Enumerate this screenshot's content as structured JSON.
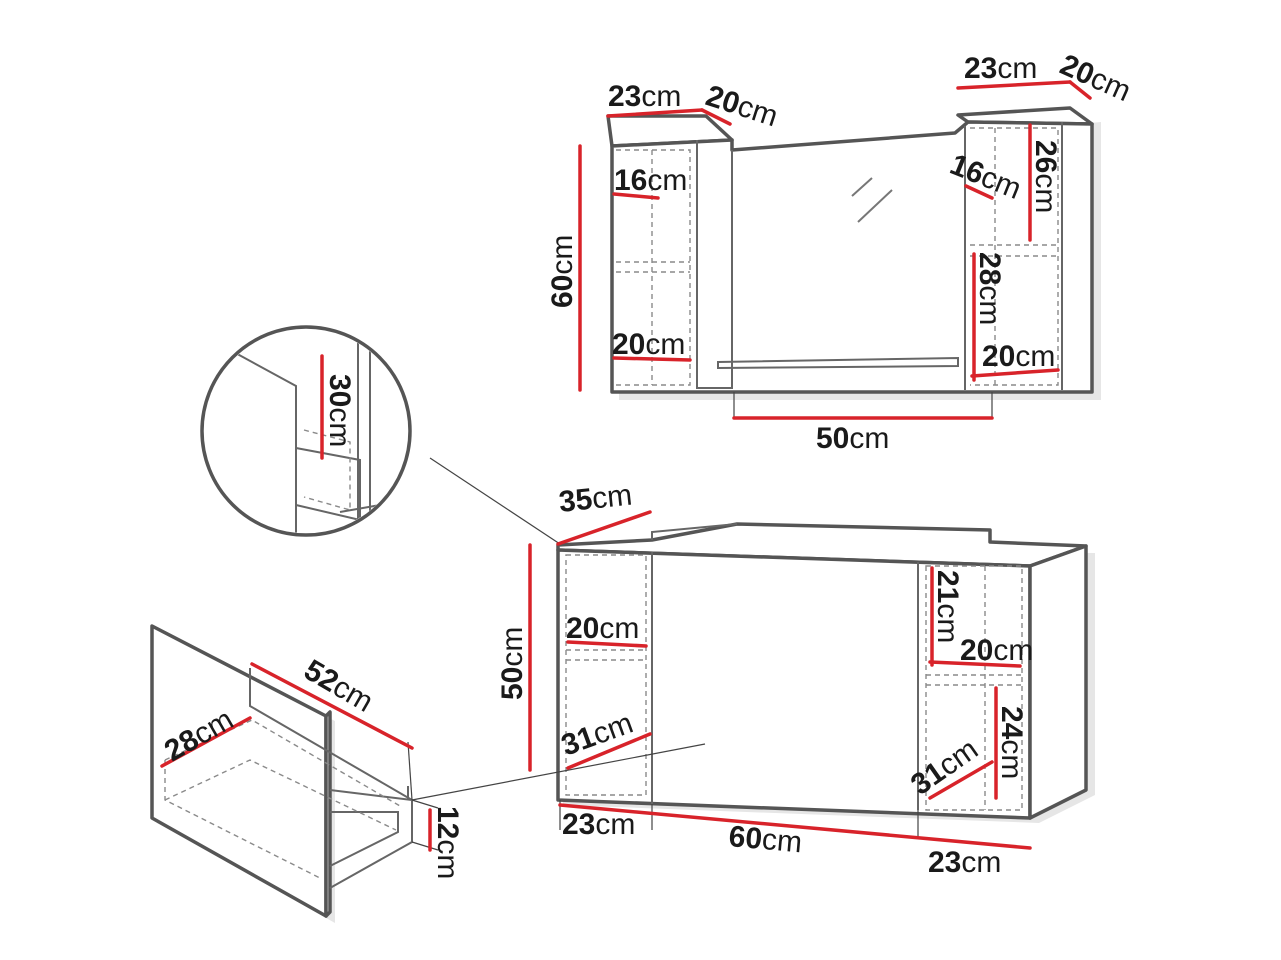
{
  "colors": {
    "dimension": "#d8232a",
    "outline": "#555555",
    "text": "#1a1a1a"
  },
  "unit": "cm",
  "dimensions": {
    "mirror": {
      "left_width": "23",
      "left_depth": "20",
      "right_width": "23",
      "right_depth": "20",
      "height": "60",
      "left_shelf_upper": "16",
      "left_shelf_lower": "20",
      "right_shelf_upper": "16",
      "right_side_upper": "26",
      "right_side_lower": "28",
      "right_shelf_lower": "20",
      "mirror_width": "50"
    },
    "detail": {
      "drawer_height": "30"
    },
    "cabinet": {
      "depth": "35",
      "height": "50",
      "left_shelf_upper": "20",
      "left_shelf_lower": "31",
      "right_side_upper": "21",
      "right_shelf_mid": "20",
      "right_side_lower": "24",
      "right_shelf_lower": "31",
      "left_width": "23",
      "center_width": "60",
      "right_width": "23"
    },
    "drawer": {
      "length": "52",
      "width": "28",
      "height": "12"
    }
  }
}
